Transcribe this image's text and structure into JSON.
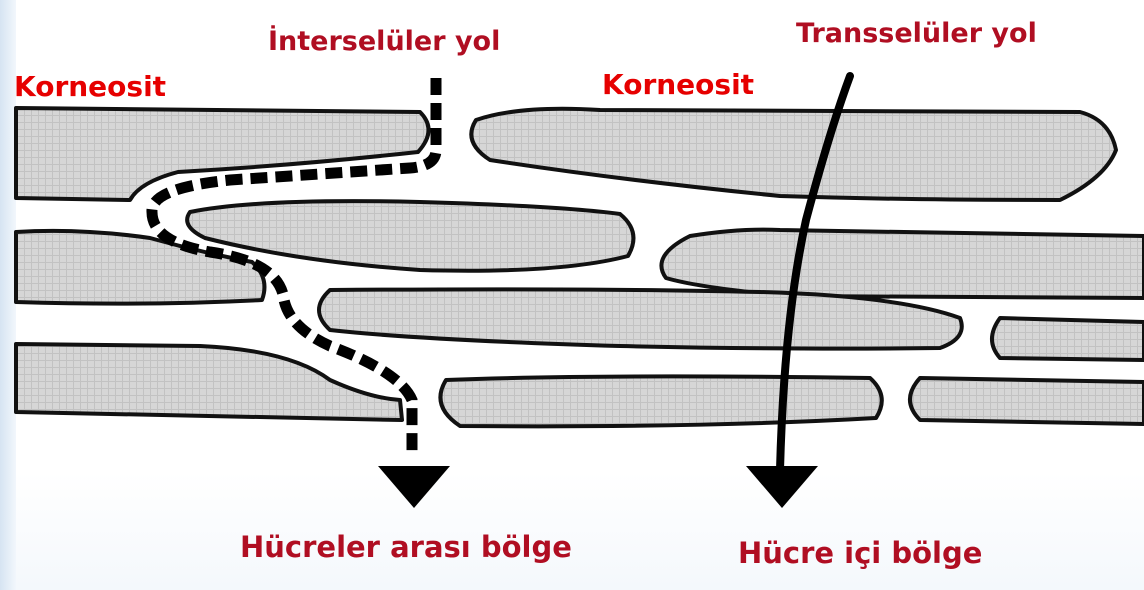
{
  "labels": {
    "intercellular_path": "İnterselüler yol",
    "transcellular_path": "Transselüler yol",
    "corneocyte_left": "Korneosit",
    "corneocyte_right": "Korneosit",
    "intercellular_region": "Hücreler arası bölge",
    "intracellular_region": "Hücre içi bölge"
  },
  "colors": {
    "title_red": "#b00e22",
    "corneocyte_label_red": "#e60000",
    "arrow": "#000000",
    "cell_fill": "#d4d4d4"
  }
}
